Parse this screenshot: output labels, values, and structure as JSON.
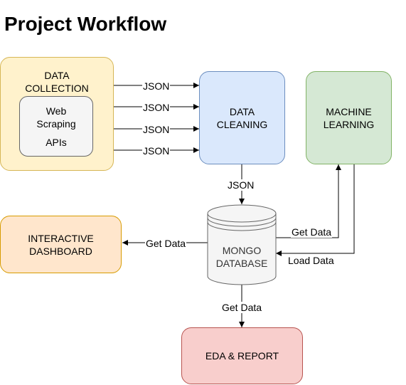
{
  "title": "Project Workflow",
  "nodes": {
    "data_collection": {
      "line1": "DATA",
      "line2": "COLLECTION",
      "fill": "#fff2cc",
      "stroke": "#d6b656"
    },
    "web_scraping": {
      "line1": "Web",
      "line2": "Scraping",
      "line3": "APIs",
      "fill": "#f5f5f5",
      "stroke": "#666666"
    },
    "data_cleaning": {
      "line1": "DATA",
      "line2": "CLEANING",
      "fill": "#dae8fc",
      "stroke": "#6c8ebf"
    },
    "machine_learning": {
      "line1": "MACHINE",
      "line2": "LEARNING",
      "fill": "#d5e8d4",
      "stroke": "#82b366"
    },
    "interactive_dashboard": {
      "line1": "INTERACTIVE",
      "line2": "DASHBOARD",
      "fill": "#ffe6cc",
      "stroke": "#d79b00"
    },
    "mongo_database": {
      "line1": "MONGO",
      "line2": "DATABASE",
      "fill": "#f5f5f5",
      "stroke": "#666666"
    },
    "eda_report": {
      "label": "EDA & REPORT",
      "fill": "#f8cecc",
      "stroke": "#b85450"
    }
  },
  "edge_labels": {
    "json_1": "JSON",
    "json_2": "JSON",
    "json_3": "JSON",
    "json_4": "JSON",
    "json_db": "JSON",
    "get_data_ml": "Get Data",
    "load_data": "Load Data",
    "get_data_dashboard": "Get Data",
    "get_data_eda": "Get Data"
  }
}
